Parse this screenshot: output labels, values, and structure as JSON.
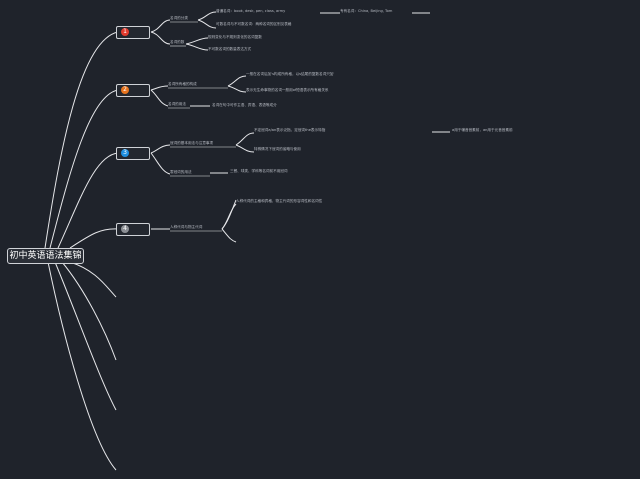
{
  "root": {
    "label": "初中英语语法集锦"
  },
  "branches": [
    {
      "index": "1",
      "color": "#e23b2e"
    },
    {
      "index": "2",
      "color": "#e7741f"
    },
    {
      "index": "3",
      "color": "#1f8fe0"
    },
    {
      "index": "4",
      "color": "#8c8f95"
    }
  ],
  "sub_nodes": {
    "b1_a": "名词的分类",
    "b1_b": "名词的数",
    "b2_a": "名词所有格的构成",
    "b2_b": "名词的用法",
    "b3_a": "冠词的基本用法与注意事项",
    "b3_b": "零冠词的用法",
    "b4_a": "人称代词与物主代词"
  },
  "leaf_text": {
    "b1_a1": "普通名词：book, desk, pen, class, army",
    "b1_a2": "专有名词：China, Beijing, Tom",
    "b1_a3": "可数名词与不可数名词：两种名词的区别见表格",
    "b1_b1": "规则变化与不规则变化的名词复数",
    "b1_b2": "不可数名词的数量表达方式",
    "b2_a1": "一般在名词后加's构成所有格，以s结尾的复数名词只加'",
    "b2_a2": "表示无生命事物的名词一般用of短语表示所有格关系",
    "b2_b1": "名词在句中可作主语、宾语、表语等成分",
    "b3_a1": "不定冠词a/an表示泛指，定冠词the表示特指",
    "b3_a2": "a用于辅音音素前，an用于元音音素前",
    "b3_a3": "特殊情况下冠词的省略与使用",
    "b3_b1": "三餐、球类、学科等名词前不用冠词",
    "b4_a1": "人称代词的主格和宾格，物主代词的形容词性和名词性"
  }
}
